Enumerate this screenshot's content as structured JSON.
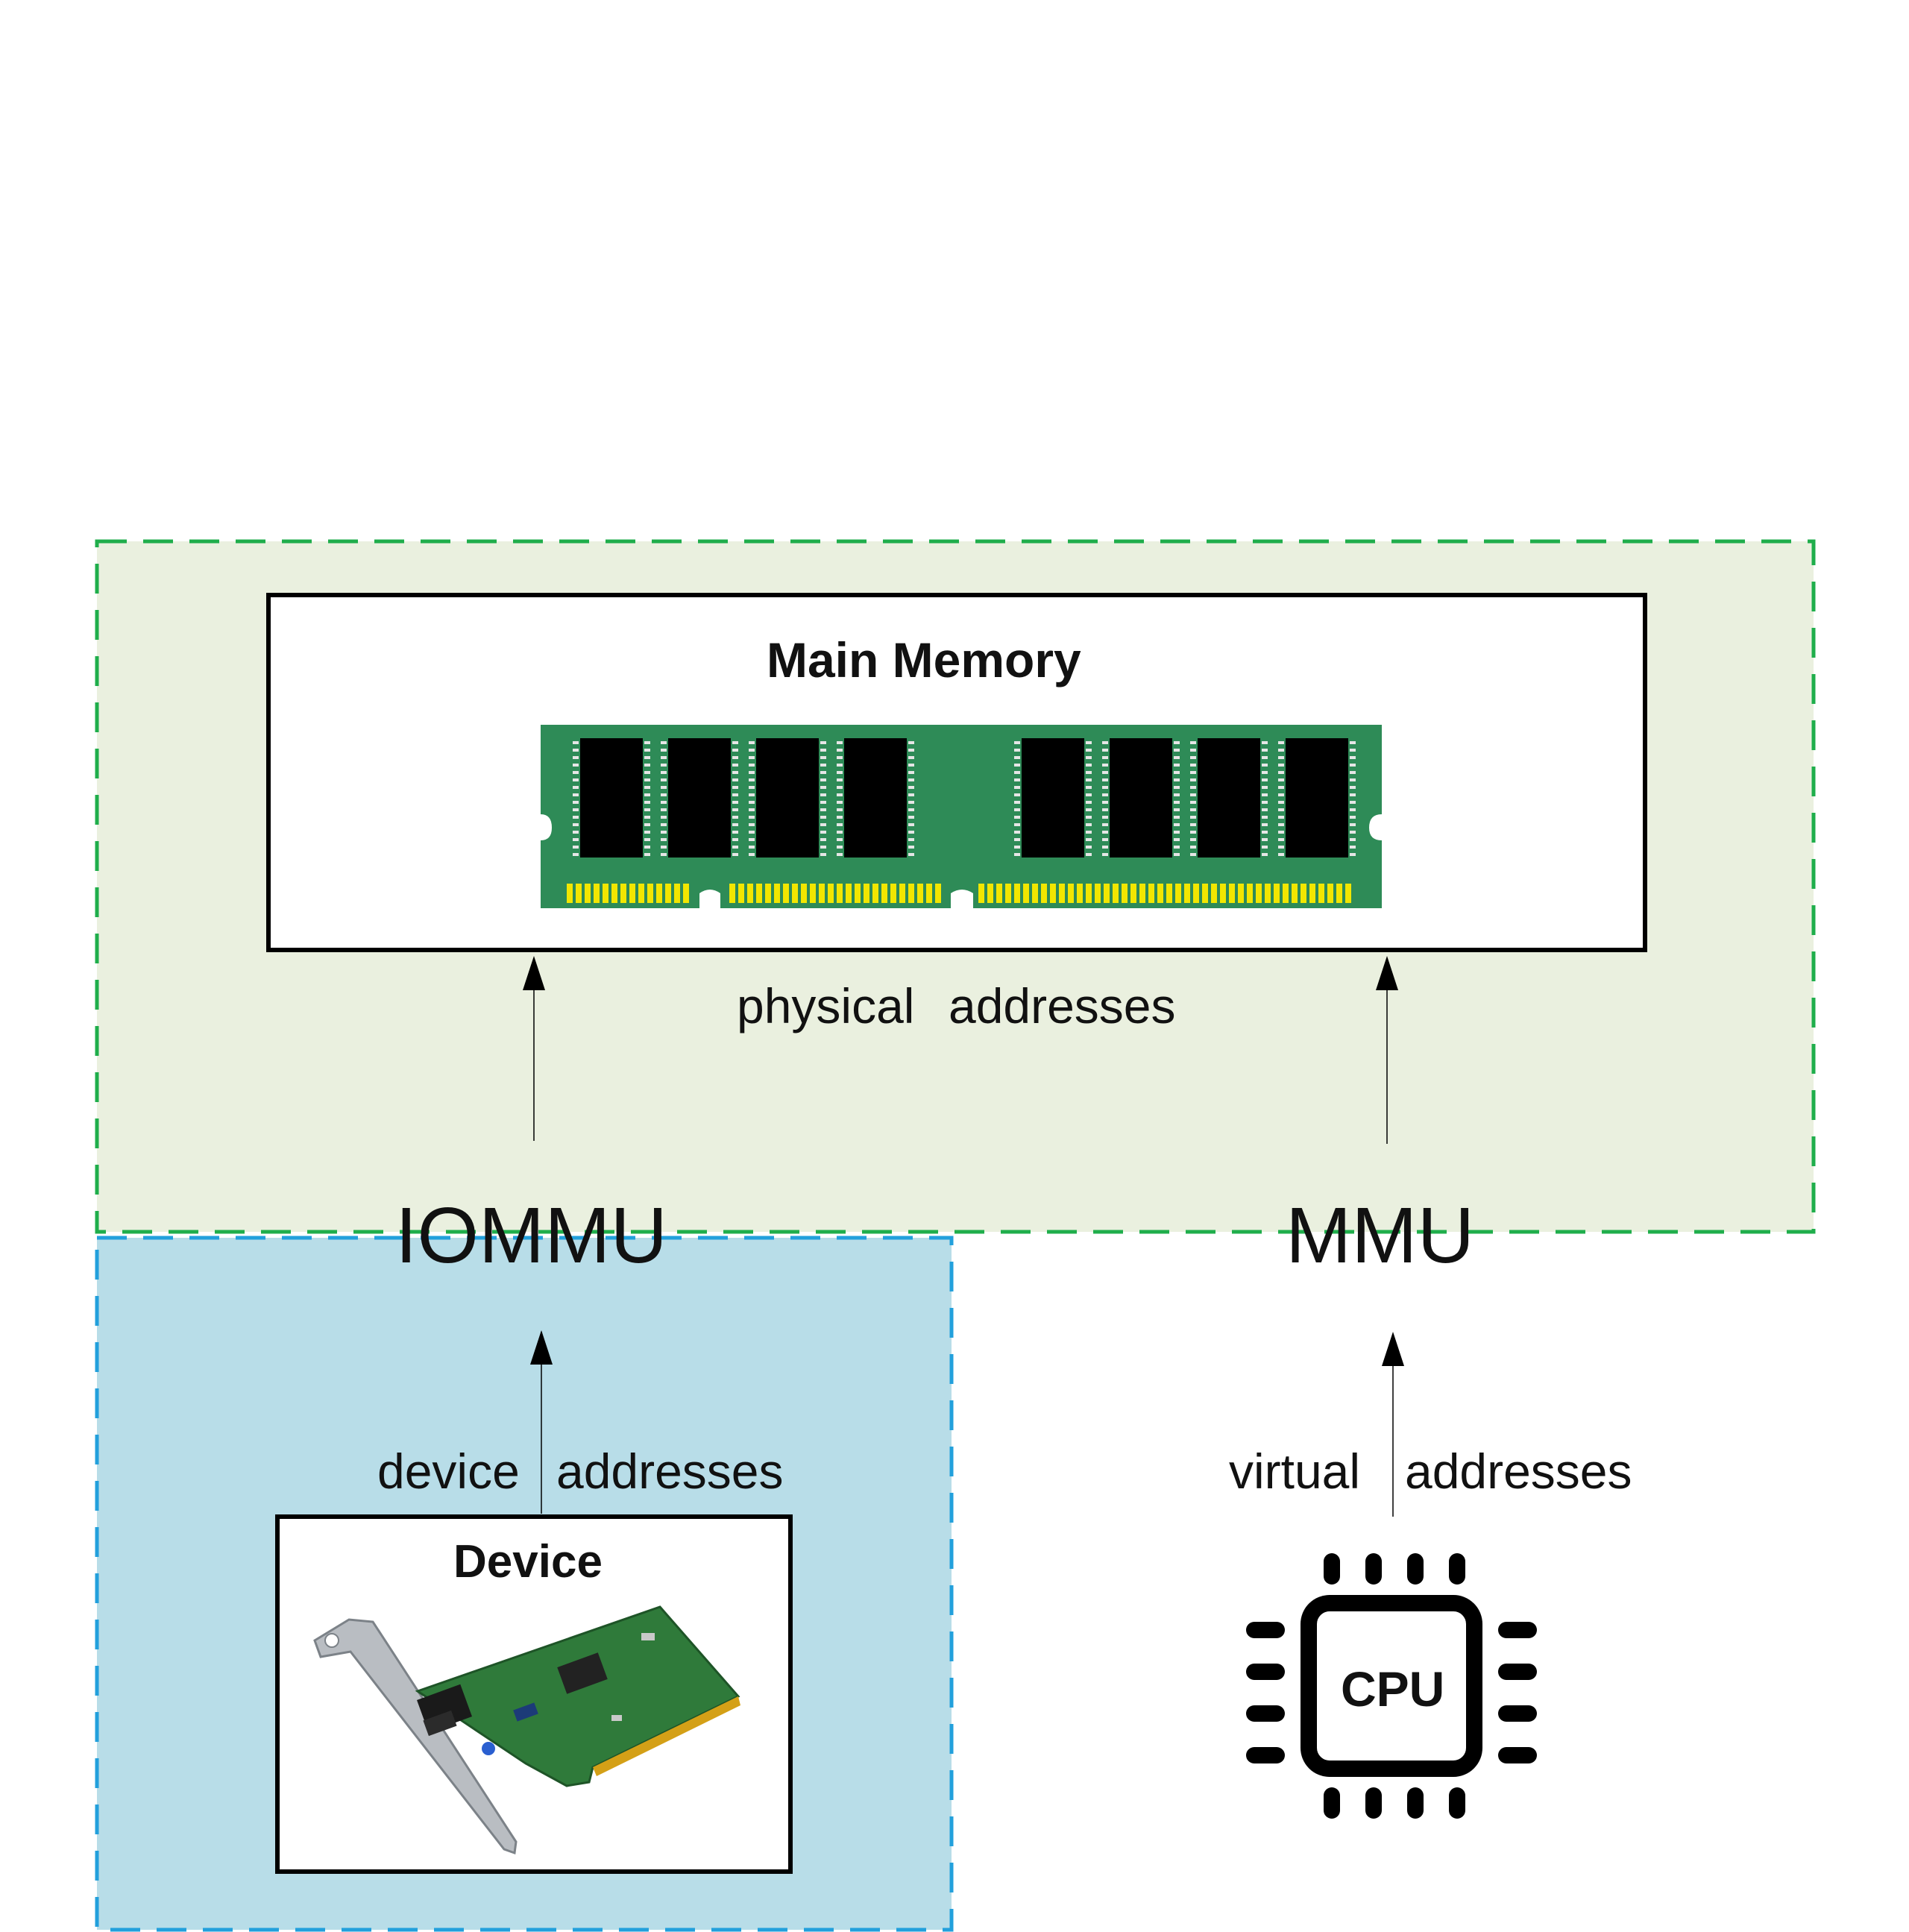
{
  "memory": {
    "title": "Main Memory",
    "image": "ram-module-icon"
  },
  "arrows": {
    "physical_label_left": "physical",
    "physical_label_right": "addresses",
    "device_label_left": "device",
    "device_label_right": "addresses",
    "virtual_label_left": "virtual",
    "virtual_label_right": "addresses"
  },
  "units": {
    "iommu": "IOMMU",
    "mmu": "MMU"
  },
  "device": {
    "title": "Device",
    "image": "network-card-icon"
  },
  "cpu": {
    "label": "CPU",
    "icon": "cpu-chip-icon"
  },
  "colors": {
    "green_region_fill": "#eaf0df",
    "green_region_border": "#1fae4b",
    "blue_region_fill": "#b8dde8",
    "blue_region_border": "#22a0dc",
    "ram_pcb": "#2e8b57",
    "ram_pins": "#f2e600",
    "chip": "#000000"
  }
}
